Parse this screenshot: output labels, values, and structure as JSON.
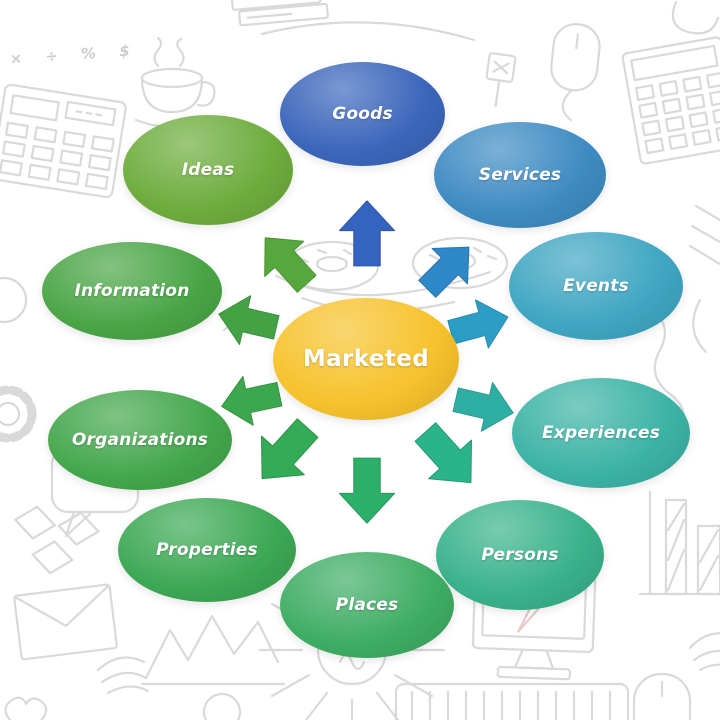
{
  "diagram": {
    "type": "radial-mind-map",
    "center": {
      "label": "Marketed",
      "color": "#F6C22C",
      "text_color": "#FFFFFF"
    },
    "nodes": [
      {
        "label": "Goods",
        "color": "#3B66BB",
        "arrow_color": "#3463C0",
        "position": "top"
      },
      {
        "label": "Services",
        "color": "#3E8BC2",
        "arrow_color": "#2E87C6",
        "position": "top-right"
      },
      {
        "label": "Events",
        "color": "#3FA6C2",
        "arrow_color": "#2C9EC6",
        "position": "right-upper"
      },
      {
        "label": "Experiences",
        "color": "#3CB3A6",
        "arrow_color": "#2FAFA4",
        "position": "right-lower"
      },
      {
        "label": "Persons",
        "color": "#39B28B",
        "arrow_color": "#2BB38A",
        "position": "bottom-right"
      },
      {
        "label": "Places",
        "color": "#3EAD64",
        "arrow_color": "#2CAF68",
        "position": "bottom"
      },
      {
        "label": "Properties",
        "color": "#3CA854",
        "arrow_color": "#33AB57",
        "position": "bottom-left"
      },
      {
        "label": "Organizations",
        "color": "#43A74C",
        "arrow_color": "#3CA74D",
        "position": "left-lower"
      },
      {
        "label": "Information",
        "color": "#4AA546",
        "arrow_color": "#43A344",
        "position": "left-upper"
      },
      {
        "label": "Ideas",
        "color": "#6EAC3D",
        "arrow_color": "#57A83C",
        "position": "top-left"
      }
    ]
  },
  "background": {
    "style": "white with light-gray hand-drawn office doodles",
    "doodle_color": "#D9D9D9",
    "math_symbols_text": "× ÷ % $",
    "doodles": [
      "calculator-doodle",
      "math-symbols-doodle",
      "coffee-cup-doodle",
      "notebook-doodle",
      "pushpin-doodle",
      "computer-mouse-doodle",
      "keypad-doodle",
      "donut-plate-doodle",
      "gear-doodle",
      "speech-bubble-doodle",
      "envelope-doodle",
      "wing-doodle",
      "zigzag-chart-doodle",
      "sunburst-lightbulb-doodle",
      "monitor-doodle",
      "keyboard-doodle",
      "mouse-doodle",
      "bar-chart-doodle",
      "feather-doodle",
      "map-lines-doodle",
      "teacup-doodle",
      "heart-doodle"
    ]
  }
}
